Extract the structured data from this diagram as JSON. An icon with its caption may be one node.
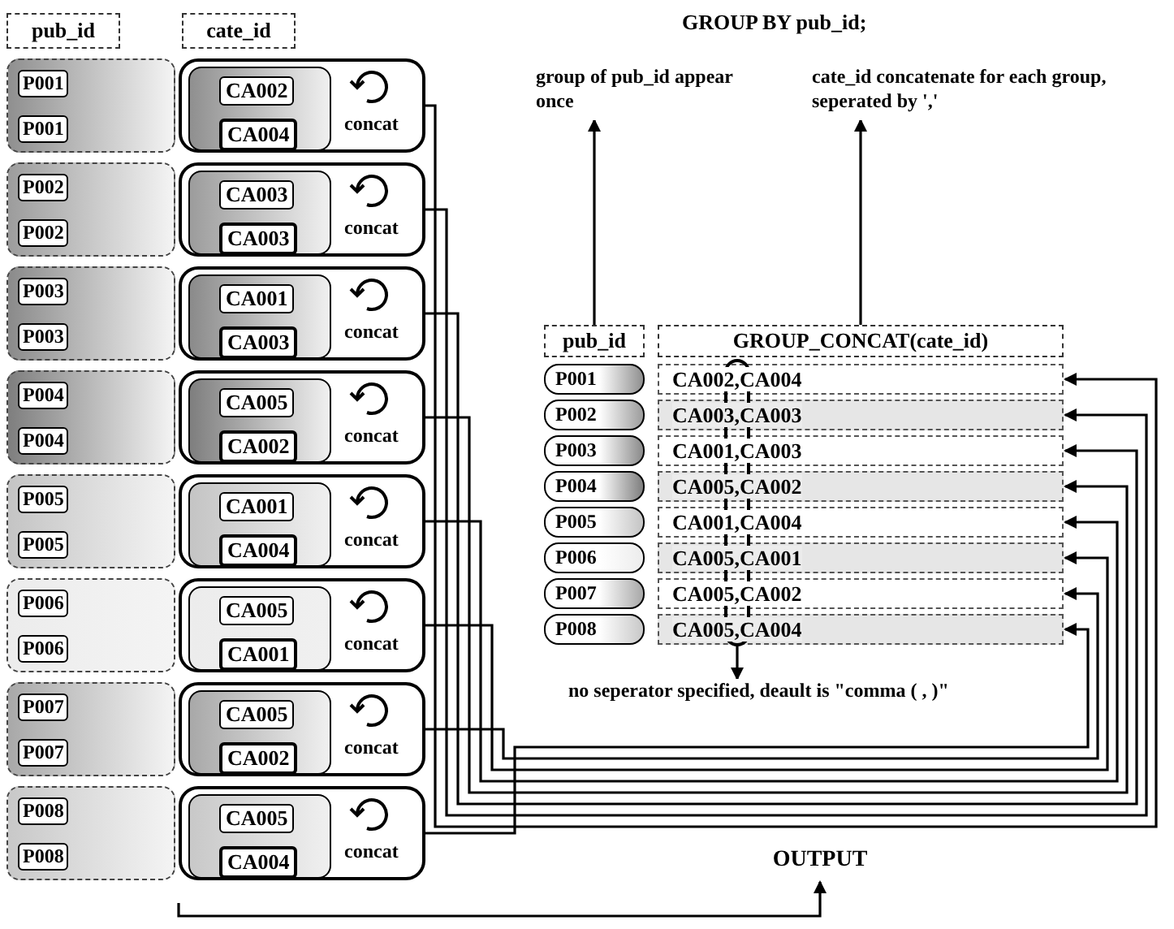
{
  "diagram": {
    "title": "GROUP BY pub_id;",
    "nodes": [
      {
        "text": [
          "pub_id"
        ]
      },
      {
        "text": [
          "cate_id"
        ]
      },
      {
        "text": [
          "P001",
          "P001"
        ]
      },
      {
        "text": [
          "concat"
        ]
      },
      {
        "text": [
          "CA002",
          "CA004"
        ],
        "in": 3
      },
      {
        "text": [
          "P002",
          "P002"
        ]
      },
      {
        "text": [
          "concat"
        ]
      },
      {
        "text": [
          "CA003",
          "CA003"
        ],
        "in": 6
      },
      {
        "text": [
          "P003",
          "P003"
        ]
      },
      {
        "text": [
          "concat"
        ]
      },
      {
        "text": [
          "CA001",
          "CA003"
        ],
        "in": 9
      },
      {
        "text": [
          "P004",
          "P004"
        ]
      },
      {
        "text": [
          "concat"
        ]
      },
      {
        "text": [
          "CA005",
          "CA002"
        ],
        "in": 12
      },
      {
        "text": [
          "P005",
          "P005"
        ]
      },
      {
        "text": [
          "concat"
        ]
      },
      {
        "text": [
          "CA001",
          "CA004"
        ],
        "in": 15
      },
      {
        "text": [
          "P006",
          "P006"
        ]
      },
      {
        "text": [
          "concat"
        ]
      },
      {
        "text": [
          "CA005",
          "CA001"
        ],
        "in": 18
      },
      {
        "text": [
          "P007",
          "P007"
        ]
      },
      {
        "text": [
          "concat"
        ]
      },
      {
        "text": [
          "CA005",
          "CA002"
        ],
        "in": 21
      },
      {
        "text": [
          "P008",
          "P008"
        ]
      },
      {
        "text": [
          "concat"
        ]
      },
      {
        "text": [
          "CA005",
          "CA004"
        ],
        "in": 24
      },
      {
        "text": [
          "group of pub_id appear once"
        ]
      },
      {
        "text": [
          "cate_id concatenate for each group, seperated by ','"
        ]
      },
      {
        "text": [
          "pub_id"
        ]
      },
      {
        "text": [
          "GROUP_CONCAT(cate_id)"
        ]
      },
      {
        "text": [
          "P001"
        ]
      },
      {
        "text": [
          "CA002,CA004"
        ]
      },
      {
        "text": [
          "P002"
        ]
      },
      {
        "text": [
          "CA003,CA003"
        ]
      },
      {
        "text": [
          "P003"
        ]
      },
      {
        "text": [
          "CA001,CA003"
        ]
      },
      {
        "text": [
          "P004"
        ]
      },
      {
        "text": [
          "CA005,CA002"
        ]
      },
      {
        "text": [
          "P005"
        ]
      },
      {
        "text": [
          "CA001,CA004"
        ]
      },
      {
        "text": [
          "P006"
        ]
      },
      {
        "text": [
          "CA005,CA001"
        ]
      },
      {
        "text": [
          "P007"
        ]
      },
      {
        "text": [
          "CA005,CA002"
        ]
      },
      {
        "text": [
          "P008"
        ]
      },
      {
        "text": [
          "CA005,CA004"
        ]
      },
      {
        "text": [
          "no seperator specified, deault is \"comma ( , )\""
        ]
      },
      {
        "text": [
          "OUTPUT"
        ]
      }
    ],
    "edges": [
      {
        "from": 3,
        "to": 31,
        "arrow": "to"
      },
      {
        "from": 6,
        "to": 33,
        "arrow": "to"
      },
      {
        "from": 9,
        "to": 35,
        "arrow": "to"
      },
      {
        "from": 12,
        "to": 37,
        "arrow": "to"
      },
      {
        "from": 15,
        "to": 39,
        "arrow": "to"
      },
      {
        "from": 18,
        "to": 41,
        "arrow": "to"
      },
      {
        "from": 21,
        "to": 43,
        "arrow": "to"
      },
      {
        "from": 24,
        "to": 45,
        "arrow": "to"
      },
      {
        "from": 28,
        "to": 26,
        "arrow": "to"
      },
      {
        "from": 29,
        "to": 27,
        "arrow": "to"
      },
      {
        "from": 45,
        "to": 46,
        "arrow": "to"
      },
      {
        "from": null,
        "to": 47,
        "arrow": "to"
      }
    ]
  }
}
